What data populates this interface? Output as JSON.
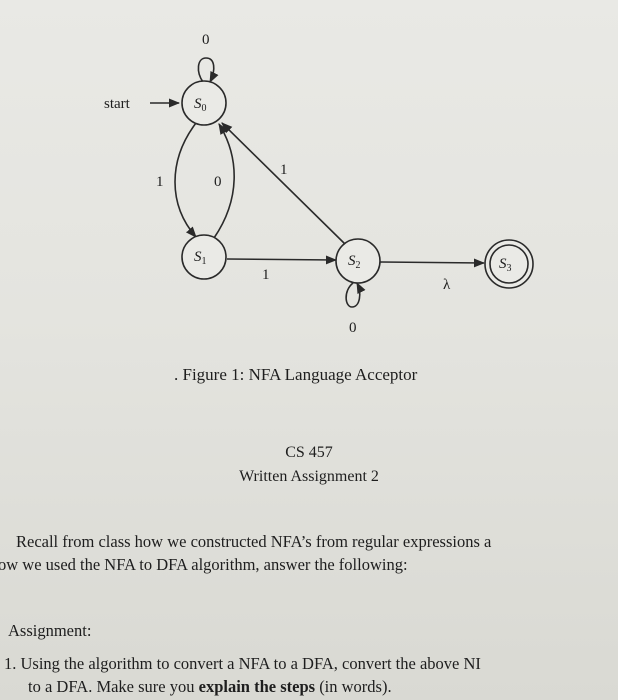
{
  "diagram": {
    "start_label": "start",
    "states": [
      {
        "id": "s0",
        "letter": "S",
        "sub": "0",
        "accepting": false
      },
      {
        "id": "s1",
        "letter": "S",
        "sub": "1",
        "accepting": false
      },
      {
        "id": "s2",
        "letter": "S",
        "sub": "2",
        "accepting": false
      },
      {
        "id": "s3",
        "letter": "S",
        "sub": "3",
        "accepting": true
      }
    ],
    "transitions": [
      {
        "from": "S0",
        "to": "S0",
        "symbol": "0"
      },
      {
        "from": "S0",
        "to": "S1",
        "symbol": "1"
      },
      {
        "from": "S1",
        "to": "S0",
        "symbol": "0"
      },
      {
        "from": "S2",
        "to": "S0",
        "symbol": "1"
      },
      {
        "from": "S1",
        "to": "S2",
        "symbol": "1"
      },
      {
        "from": "S2",
        "to": "S2",
        "symbol": "0"
      },
      {
        "from": "S2",
        "to": "S3",
        "symbol": "λ"
      }
    ]
  },
  "caption": ". Figure 1: NFA Language Acceptor",
  "header": {
    "course": "CS 457",
    "assignment": "Written Assignment 2"
  },
  "intro": {
    "line1": "Recall from class how we constructed NFA’s from regular expressions a",
    "line2": "ow we used the NFA to DFA algorithm, answer the following:"
  },
  "assignment_heading": "Assignment:",
  "items": [
    {
      "line1": "1. Using the algorithm to convert a NFA to a DFA, convert the above NI",
      "line2_before": "to a DFA. Make sure you ",
      "line2_bold": "explain the steps",
      "line2_after": " (in words)."
    }
  ]
}
